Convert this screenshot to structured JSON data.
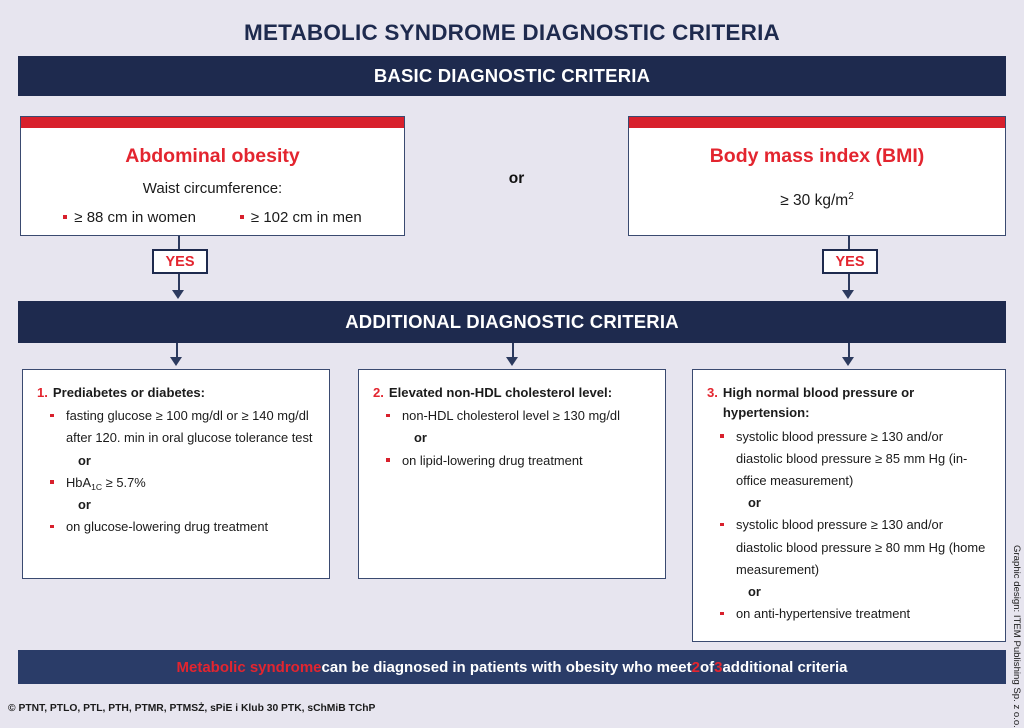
{
  "title": "METABOLIC SYNDROME DIAGNOSTIC CRITERIA",
  "colors": {
    "navy": "#1e2a4e",
    "red": "#e3252f",
    "strip_red": "#d8202c",
    "background": "#e7e5ef",
    "banner_bottom": "#2a3c68",
    "box_border": "#3a4a70"
  },
  "banners": {
    "basic": "BASIC DIAGNOSTIC CRITERIA",
    "additional": "ADDITIONAL DIAGNOSTIC CRITERIA"
  },
  "basic": {
    "or_label": "or",
    "yes_label_left": "YES",
    "yes_label_right": "YES",
    "abdominal": {
      "title": "Abdominal obesity",
      "subtitle": "Waist circumference:",
      "item_women": "≥ 88  cm in women",
      "item_men": "≥ 102 cm in men"
    },
    "bmi": {
      "title": "Body mass index (BMI)",
      "value_prefix": "≥ 30 kg/m",
      "value_sup": "2"
    }
  },
  "additional": [
    {
      "num": "1.",
      "heading": "Prediabetes or diabetes:",
      "items": [
        "fasting glucose ≥ 100 mg/dl or ≥ 140 mg/dl after 120. min in oral glucose tolerance test",
        "HbA1C ≥ 5.7%",
        "on glucose-lowering drug treatment"
      ],
      "item1_pre": "HbA",
      "item1_sub": "1C",
      "item1_post": " ≥ 5.7%",
      "or_label": "or"
    },
    {
      "num": "2.",
      "heading": "Elevated non-HDL cholesterol level:",
      "items": [
        "non-HDL cholesterol level ≥ 130 mg/dl",
        "on lipid-lowering drug treatment"
      ],
      "or_label": "or"
    },
    {
      "num": "3.",
      "heading": "High normal blood pressure or hypertension:",
      "items": [
        "systolic blood pressure ≥ 130 and/or diastolic blood pressure ≥ 85 mm Hg (in-office measurement)",
        "systolic blood pressure ≥ 130 and/or diastolic blood pressure ≥ 80 mm Hg (home measurement)",
        "on anti-hypertensive treatment"
      ],
      "or_label": "or"
    }
  ],
  "conclusion": {
    "highlight_start": "Metabolic syndrome",
    "mid_1": " can be diagnosed in patients with obesity who meet ",
    "count_met": "2",
    "mid_2": " of ",
    "count_total": "3",
    "mid_3": " additional criteria"
  },
  "footer": {
    "societies": "© PTNT, PTLO, PTL, PTH, PTMR, PTMSŻ, sPiE i Klub 30 PTK, sChMiB TChP",
    "design_credit": "Graphic design: ITEM Publishing Sp. z o.o."
  }
}
